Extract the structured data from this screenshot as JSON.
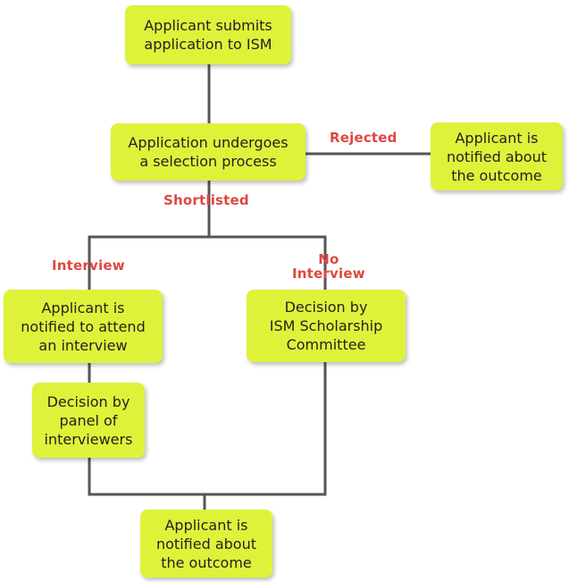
{
  "flowchart": {
    "nodes": {
      "submit": {
        "text": "Applicant submits\napplication to ISM"
      },
      "selection": {
        "text": "Application undergoes\na selection process"
      },
      "rejected_notify": {
        "text": "Applicant is\nnotified about\nthe outcome"
      },
      "interview_notify": {
        "text": "Applicant is\nnotified to attend\nan interview"
      },
      "committee": {
        "text": "Decision by\nISM Scholarship\nCommittee"
      },
      "panel": {
        "text": "Decision by\npanel of\ninterviewers"
      },
      "final_notify": {
        "text": "Applicant is\nnotified about\nthe outcome"
      }
    },
    "edge_labels": {
      "rejected": "Rejected",
      "shortlisted": "Shortlisted",
      "interview": "Interview",
      "no_interview": "No\nInterview"
    }
  },
  "colors": {
    "node_fill": "#dff23a",
    "connector": "#555555",
    "label": "#e0463f"
  }
}
